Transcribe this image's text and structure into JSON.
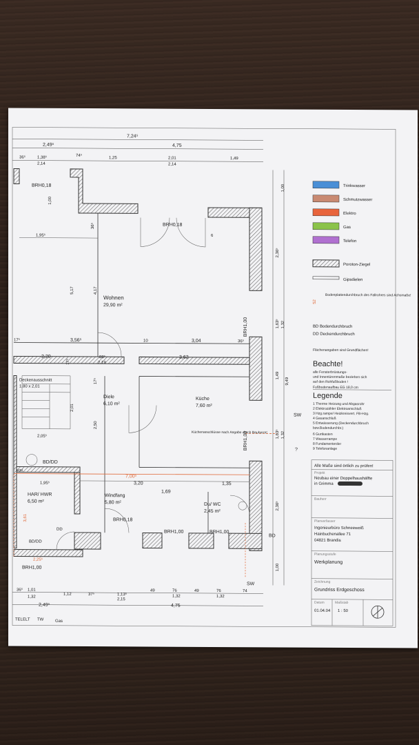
{
  "dims_top": {
    "row1": [
      "7,24⁵"
    ],
    "row2": [
      "2,49⁵",
      "4,75"
    ],
    "row3": [
      "36⁵",
      "1,38⁵",
      "74⁵",
      "1,25",
      "2,01",
      "1,49"
    ],
    "row3b": [
      "2,14",
      "2,14"
    ]
  },
  "dims_bottom": {
    "row1": [
      "36⁵",
      "1,01",
      "1,12",
      "37⁵",
      "1,13⁵",
      "49",
      "76",
      "49",
      "76",
      "74"
    ],
    "row1b": [
      "1,32",
      "2,15",
      "1,32",
      "1,32"
    ],
    "row2": [
      "2,49⁵",
      "4,75"
    ],
    "labels": [
      "TELELT",
      "TW",
      "Gas"
    ]
  },
  "dims_right": [
    "1,00",
    "2,36⁵",
    "1,63⁵",
    "1,32",
    "9,49",
    "1,49",
    "1,63⁵",
    "1,32",
    "2,36⁵",
    "1,00"
  ],
  "rooms": {
    "wohnen": {
      "name": "Wohnen",
      "area": "29,90 m²"
    },
    "diele": {
      "name": "Diele",
      "area": "6,10 m²"
    },
    "kueche": {
      "name": "Küche",
      "area": "7,60 m²"
    },
    "har": {
      "name": "HAR/ HWR",
      "area": "6,50 m²"
    },
    "windfang": {
      "name": "Windfang",
      "area": "5,80 m²"
    },
    "duwc": {
      "name": "Du/ WC",
      "area": "2,45 m²"
    },
    "deckenausschnitt": {
      "name": "Deckenausschnitt",
      "area": "1,80 x 2,01"
    }
  },
  "plan_labels": {
    "brh_top_left": "BRH0,18",
    "brh_top": "BRH0,18",
    "brh_wind": "BRH0,18",
    "brh_v1": "BRH1,00",
    "brh_v2": "BRH1,00",
    "brh_b1": "BRH1,00",
    "brh_b2": "BRH1,00",
    "brh_b3": "BRH1,00",
    "kuechen_note": "Küchenanschlüsse nach Angabe durch Bauherrn!",
    "sw1": "SW",
    "sw2": "SW",
    "bd": "BD",
    "bd_dd": "BD/DD",
    "bd_dd2": "BD/DD",
    "dd": "DD",
    "q": "?",
    "wm": "WM",
    "sep_dim": "7,00⁵",
    "d_mid": [
      "1,95⁵",
      "5,17",
      "4,17",
      "3,56⁵",
      "10",
      "3,04",
      "36⁵",
      "17⁵",
      "2,20",
      "17⁵",
      "88⁵",
      "2,19",
      "3,62",
      "17⁵",
      "2,50",
      "2,01",
      "2,05⁵",
      "1,00",
      "3,20",
      "1,69",
      "1,35",
      "1,95⁵",
      "2,25⁵",
      "3,61",
      "36⁵",
      "6"
    ]
  },
  "legend_top": [
    {
      "label": "Trinkwasser",
      "color": "#4a8fd6"
    },
    {
      "label": "Schmutzwasser",
      "color": "#c98a72"
    },
    {
      "label": "Elektro",
      "color": "#e8643c"
    },
    {
      "label": "Gas",
      "color": "#8bc34a"
    },
    {
      "label": "Telefon",
      "color": "#b070d0"
    }
  ],
  "legend_mat": [
    "Poroton-Ziegel",
    "Gipsdielen"
  ],
  "legend_notes": {
    "bodenplatten": "Bodenplattendurchbruch des Fallrohres sind Achsmaße!",
    "sym": "52",
    "bd": "BD   Bodendurchbruch",
    "dd": "DD   Deckendurchbruch",
    "flaechen": "Flächenangaben sind Grundflächen!"
  },
  "beachte": {
    "title": "Beachte!",
    "lines": [
      "alle Fensterbrüstungs-",
      "und Innentürenmaße beziehen sich",
      "auf den Rohfußboden !",
      "Fußbodenaufbau EG 18,0 cm"
    ]
  },
  "legende": {
    "title": "Legende",
    "items": [
      "1  Therme Heizung und Abgasrohr",
      "2  Elektrozähler Elektroanschluß",
      "3  Hzg.rampe/ Heizkreisvert. FB-Hzg.",
      "4  Gasanschluß",
      "5  Entwässerung (Deckendurchbruch",
      "                       bzw.Bodendurchbr.)",
      "6  Gurtkasten",
      "7  Wasserrampe",
      "8  Fundamenterder",
      "9  Telefonanlage"
    ]
  },
  "title_block": {
    "pruefen": "Alle Maße sind örtlich zu prüfen!",
    "projekt_label": "Projekt",
    "projekt": "Neubau einer Doppelhaushälfte",
    "ort": "in Grimma",
    "bauherr_label": "Bauherr",
    "planverfasser_label": "Planverfasser",
    "firma": "Ingenieurbüro Schneeweiß",
    "strasse": "Hainbuchenallee 71",
    "plz": "04821 Brandis",
    "stufe_label": "Planungsstufe",
    "stufe": "Werkplanung",
    "zeichnung_label": "Zeichnung",
    "zeichnung": "Grundriss Erdgeschoss",
    "datum_label": "Datum",
    "massstab_label": "Maßstab",
    "datum": "01.04.04",
    "massstab": "1 : 50"
  }
}
